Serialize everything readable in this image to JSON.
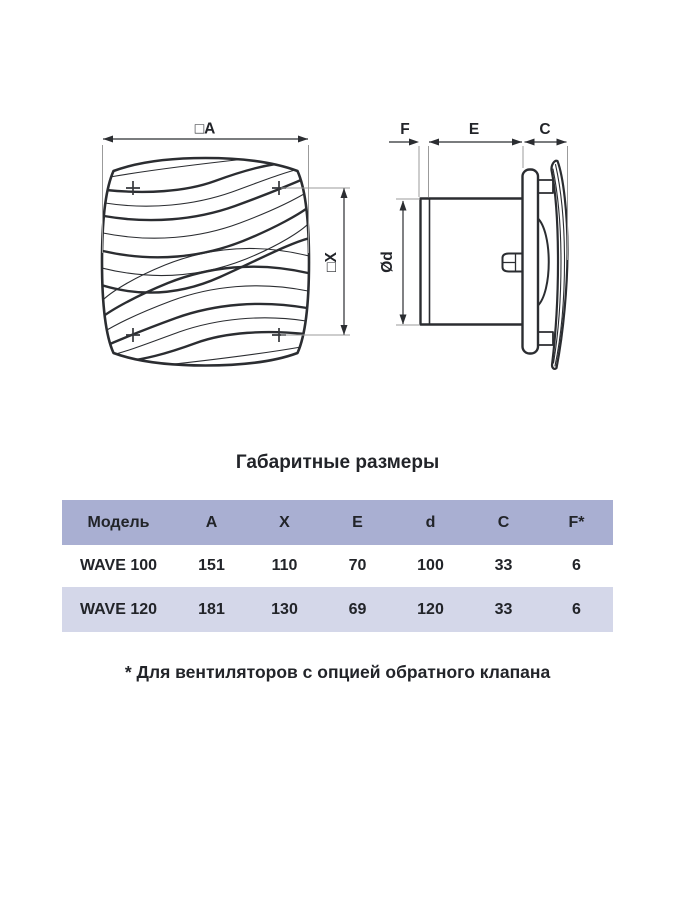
{
  "title": "Габаритные размеры",
  "footnote": "* Для вентиляторов с опцией обратного клапана",
  "diagram": {
    "front_view": {
      "width_label": "□A",
      "height_label": "□X"
    },
    "side_view": {
      "flange_label": "F",
      "duct_length_label": "E",
      "cover_depth_label": "C",
      "diameter_label": "Ød"
    },
    "line_color": "#2b2d31",
    "extension_line_color": "#9b9b9b"
  },
  "table": {
    "header": [
      "Модель",
      "A",
      "X",
      "E",
      "d",
      "C",
      "F*"
    ],
    "rows": [
      {
        "model": "WAVE 100",
        "A": "151",
        "X": "110",
        "E": "70",
        "d": "100",
        "C": "33",
        "F": "6"
      },
      {
        "model": "WAVE 120",
        "A": "181",
        "X": "130",
        "E": "69",
        "d": "120",
        "C": "33",
        "F": "6"
      }
    ],
    "header_bg": "#a9afd2",
    "alt_row_bg": "#d4d7e9",
    "text_color": "#222429"
  }
}
